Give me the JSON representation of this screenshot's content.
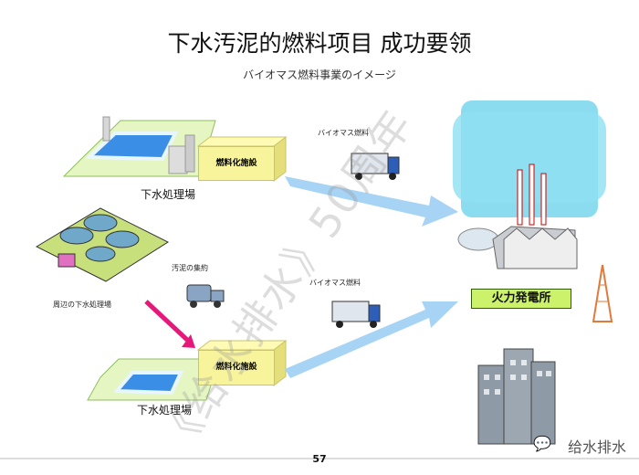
{
  "title": "下水汚泥的燃料项目 成功要领",
  "subtitle": "バイオマス燃料事業のイメージ",
  "facilities": {
    "fuel_facility_top": "燃料化施設",
    "fuel_facility_bottom": "燃料化施設",
    "sewage_plant_top": "下水処理場",
    "sewage_plant_bottom": "下水処理場",
    "nearby_plant": "周辺の下水処理場",
    "sludge_collection": "汚泥の集約",
    "biomass_fuel_top": "バイオマス燃料",
    "biomass_fuel_bottom": "バイオマス燃料",
    "power_plant": "火力発電所"
  },
  "page_number": "57",
  "watermark": "《给水排水》50周年",
  "logo_text": "给水排水",
  "colors": {
    "arrow": "#a7d3f5",
    "sludge_arrow": "#e6197a",
    "smoke": "#7fd8ee",
    "fuel_box": "#f8f49c",
    "power_label": "#ccf26b",
    "pool": "#3b8ee6",
    "ground": "#e6f6c3"
  }
}
